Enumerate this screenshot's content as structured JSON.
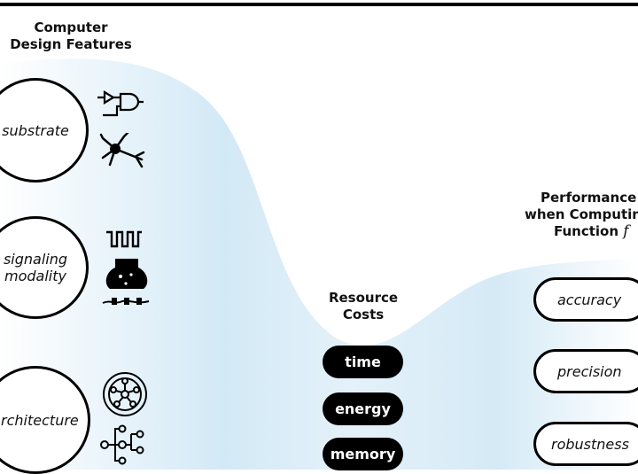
{
  "headings": {
    "features": [
      "Computer",
      "Design Features"
    ],
    "resources": [
      "Resource",
      "Costs"
    ],
    "performance": [
      "Performance",
      "when Computing",
      "Function",
      "f"
    ]
  },
  "features": [
    {
      "label": [
        "substrate"
      ],
      "icons": [
        "logic-gate-icon",
        "neuron-icon"
      ]
    },
    {
      "label": [
        "signaling",
        "modality"
      ],
      "icons": [
        "square-wave-icon",
        "synapse-icon"
      ]
    },
    {
      "label": [
        "architecture"
      ],
      "icons": [
        "recurrent-network-icon",
        "tree-network-icon"
      ]
    }
  ],
  "resources": [
    "time",
    "energy",
    "memory"
  ],
  "performance": [
    "accuracy",
    "precision",
    "robustness"
  ],
  "colors": {
    "wave_light": "#ffffff",
    "wave_blue": "#cfe6f5",
    "pill": "#000000"
  }
}
